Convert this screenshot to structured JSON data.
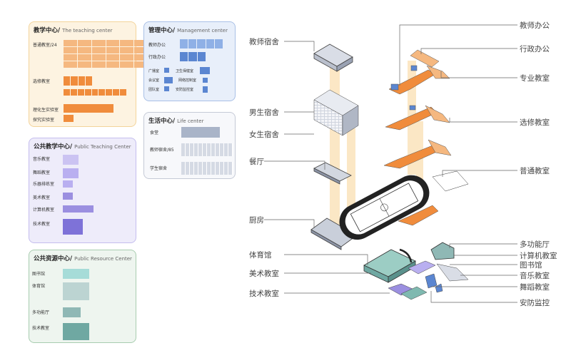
{
  "colors": {
    "teaching": "#f08c3c",
    "teaching_light": "#f5b880",
    "management": "#5b86d1",
    "life": "#a9b4c8",
    "public_teaching": "#9b8fe0",
    "public_resource": "#7fb9b0",
    "tower": "#f7d9a3"
  },
  "teaching_center": {
    "title": "教学中心/",
    "title_en": "The teaching center",
    "items": [
      "普通教室/24",
      "选修教室",
      "理化生实验室",
      "探究实验室"
    ]
  },
  "management_center": {
    "title": "管理中心/",
    "title_en": "Management center",
    "items": [
      "教师办公",
      "行政办公",
      "广播室",
      "卫生保健室",
      "会议室",
      "网络控制室",
      "团队室",
      "安防监控室"
    ]
  },
  "life_center": {
    "title": "生活中心/",
    "title_en": "Life center",
    "items": [
      "食堂",
      "教师宿舍/85",
      "学生宿舍"
    ]
  },
  "public_teaching_center": {
    "title": "公共教学中心/",
    "title_en": "Public Teaching Center",
    "items": [
      "音乐教室",
      "舞蹈教室",
      "乐器排练室",
      "美术教室",
      "计算机教室",
      "技术教室"
    ]
  },
  "public_resource_center": {
    "title": "公共资源中心/",
    "title_en": "Public Resource Center",
    "items": [
      "图书馆",
      "体育馆",
      "多功能厅",
      "技术教室"
    ]
  },
  "callouts_left": [
    "教师宿舍",
    "男生宿舍",
    "女生宿舍",
    "餐厅",
    "厨房",
    "体育馆",
    "美术教室",
    "技术教室"
  ],
  "callouts_right": [
    "教师办公",
    "行政办公",
    "专业教室",
    "选修教室",
    "普通教室",
    "多功能厅",
    "计算机教室",
    "图书馆",
    "音乐教室",
    "舞蹈教室",
    "安防监控"
  ]
}
